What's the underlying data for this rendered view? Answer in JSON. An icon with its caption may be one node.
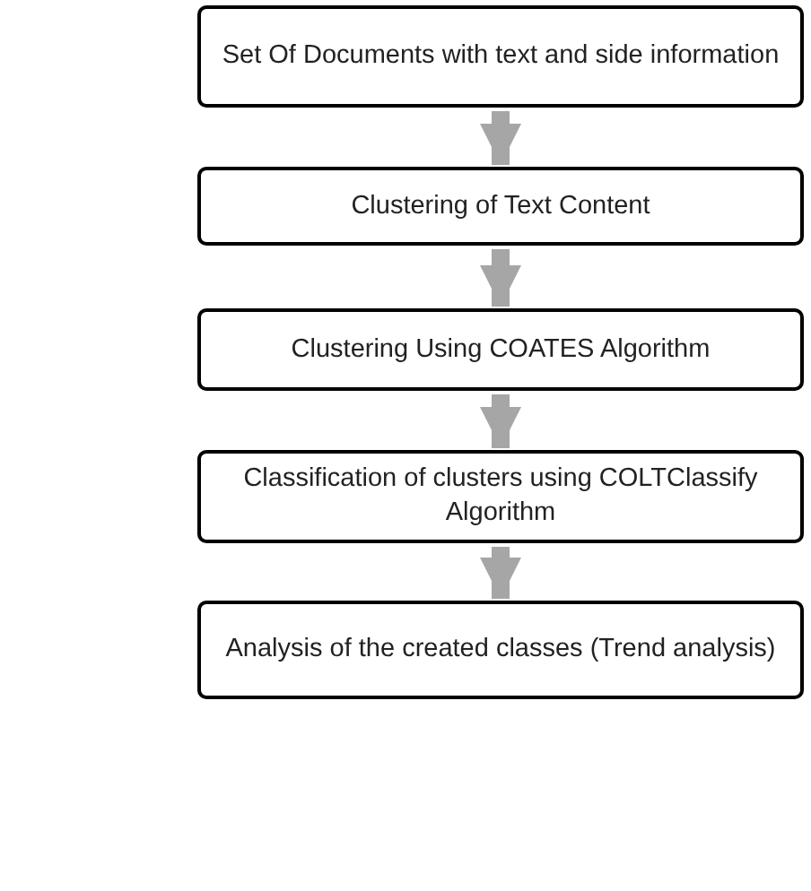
{
  "diagram": {
    "nodes": [
      {
        "text": [
          "Set Of Documents with text and side information"
        ]
      },
      {
        "text": [
          "Clustering of Text Content"
        ]
      },
      {
        "text": [
          "Clustering Using COATES Algorithm"
        ]
      },
      {
        "text": [
          "Classification of clusters using COLTClassify  Algorithm"
        ]
      },
      {
        "text": [
          "Analysis of the created classes (Trend analysis)"
        ]
      }
    ],
    "edges": [
      {
        "from": 0,
        "to": 1,
        "arrow": "to"
      },
      {
        "from": 1,
        "to": 2,
        "arrow": "to"
      },
      {
        "from": 2,
        "to": 3,
        "arrow": "to"
      },
      {
        "from": 3,
        "to": 4,
        "arrow": "to"
      }
    ]
  }
}
